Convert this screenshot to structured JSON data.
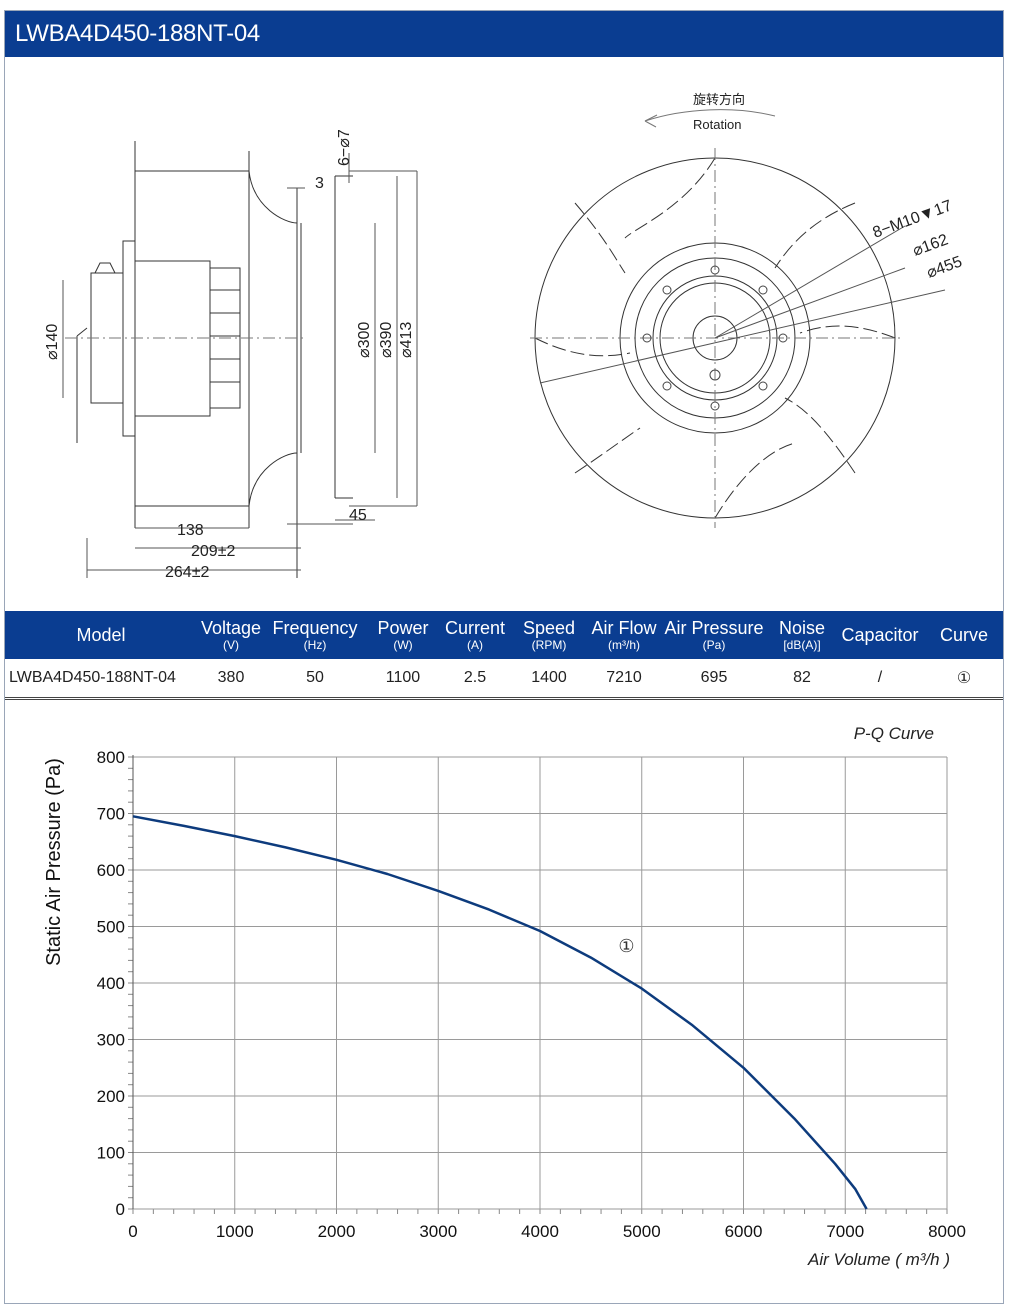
{
  "title": "LWBA4D450-188NT-04",
  "drawing": {
    "rotation_cn": "旋转方向",
    "rotation_en": "Rotation",
    "dims": {
      "holes_side": "6−⌀7",
      "gap": "3",
      "d140": "⌀140",
      "d300": "⌀300",
      "d390": "⌀390",
      "d413": "⌀413",
      "l45": "45",
      "l138": "138",
      "l209": "209±2",
      "l264": "264±2",
      "m10": "8−M10▼17",
      "d162": "⌀162",
      "d455": "⌀455"
    }
  },
  "table": {
    "headers": [
      {
        "label": "Model",
        "unit": ""
      },
      {
        "label": "Voltage",
        "unit": "(V)"
      },
      {
        "label": "Frequency",
        "unit": "(Hz)"
      },
      {
        "label": "Power",
        "unit": "(W)"
      },
      {
        "label": "Current",
        "unit": "(A)"
      },
      {
        "label": "Speed",
        "unit": "(RPM)"
      },
      {
        "label": "Air Flow",
        "unit": "(m³/h)"
      },
      {
        "label": "Air Pressure",
        "unit": "(Pa)"
      },
      {
        "label": "Noise",
        "unit": "[dB(A)]"
      },
      {
        "label": "Capacitor",
        "unit": ""
      },
      {
        "label": "Curve",
        "unit": ""
      }
    ],
    "row": [
      "LWBA4D450-188NT-04",
      "380",
      "50",
      "1100",
      "2.5",
      "1400",
      "7210",
      "695",
      "82",
      "/",
      "①"
    ]
  },
  "chart_data": {
    "type": "line",
    "title": "P-Q Curve",
    "xlabel": "Air Volume ( m³/h )",
    "ylabel": "Static Air Pressure  (Pa)",
    "xlim": [
      0,
      8000
    ],
    "ylim": [
      0,
      800
    ],
    "x_ticks": [
      "0",
      "1000",
      "2000",
      "3000",
      "4000",
      "5000",
      "6000",
      "7000",
      "8000"
    ],
    "y_ticks": [
      "0",
      "100",
      "200",
      "300",
      "400",
      "500",
      "600",
      "700",
      "800"
    ],
    "grid": true,
    "series": [
      {
        "name": "①",
        "color": "#0d3b7d",
        "x": [
          0,
          500,
          1000,
          1500,
          2000,
          2500,
          3000,
          3500,
          4000,
          4500,
          5000,
          5500,
          6000,
          6500,
          6900,
          7100,
          7210
        ],
        "y": [
          695,
          678,
          660,
          640,
          618,
          593,
          563,
          530,
          492,
          445,
          390,
          325,
          250,
          160,
          80,
          35,
          0
        ]
      }
    ],
    "annotations": [
      {
        "text": "①",
        "x": 4850,
        "y": 455
      }
    ]
  }
}
